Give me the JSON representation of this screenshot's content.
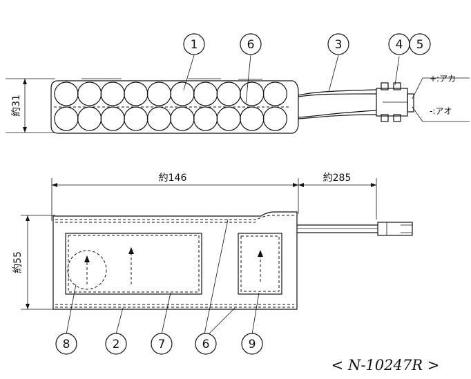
{
  "callouts": {
    "c1": "1",
    "c2": "2",
    "c3": "3",
    "c4": "4",
    "c5": "5",
    "c6_top": "6",
    "c6_bottom": "6",
    "c7": "7",
    "c8": "8",
    "c9": "9"
  },
  "dimensions": {
    "height_top": "約31",
    "length": "約146",
    "lead_length": "約285",
    "width_bottom": "約55"
  },
  "polarity": {
    "positive": "+:アカ",
    "negative": "-:アオ"
  },
  "drawing_code": "< N-10247R >"
}
